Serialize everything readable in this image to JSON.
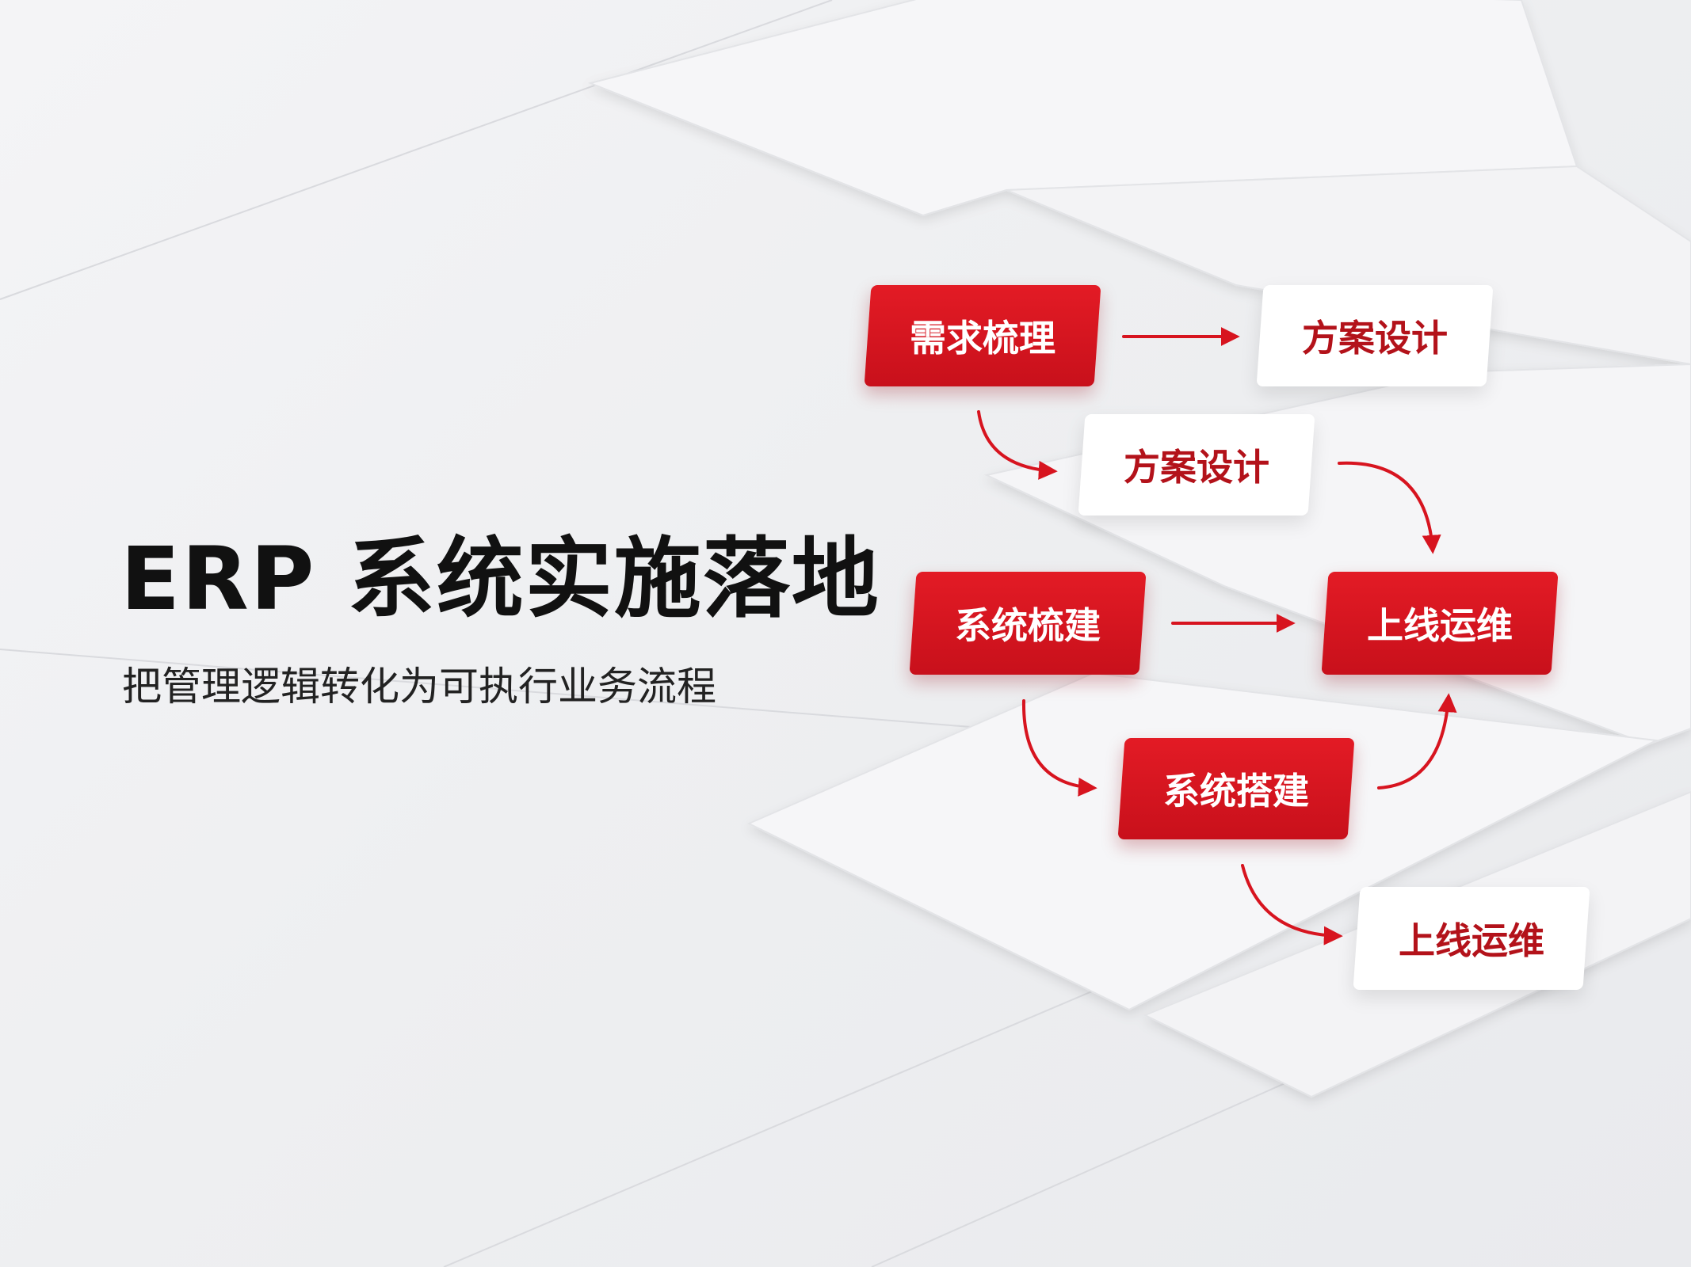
{
  "colors": {
    "accent_red": "#d7141f",
    "label_red": "#b3121a",
    "background": "#eeeff1",
    "title": "#111111"
  },
  "header": {
    "title": "ERP 系统实施落地",
    "subtitle": "把管理逻辑转化为可执行业务流程"
  },
  "flow": {
    "steps": [
      {
        "id": "s1",
        "label": "需求梳理",
        "style": "red"
      },
      {
        "id": "s2",
        "label": "方案设计",
        "style": "white"
      },
      {
        "id": "s3",
        "label": "方案设计",
        "style": "white"
      },
      {
        "id": "s4",
        "label": "系统梳建",
        "style": "red"
      },
      {
        "id": "s5",
        "label": "上线运维",
        "style": "red"
      },
      {
        "id": "s6",
        "label": "系统搭建",
        "style": "red"
      },
      {
        "id": "s7",
        "label": "上线运维",
        "style": "white"
      }
    ],
    "connections": [
      {
        "from": "s1",
        "to": "s2"
      },
      {
        "from": "s1",
        "to": "s3"
      },
      {
        "from": "s3",
        "to": "s5"
      },
      {
        "from": "s4",
        "to": "s5"
      },
      {
        "from": "s4",
        "to": "s6"
      },
      {
        "from": "s6",
        "to": "s5"
      },
      {
        "from": "s6",
        "to": "s7"
      }
    ]
  }
}
